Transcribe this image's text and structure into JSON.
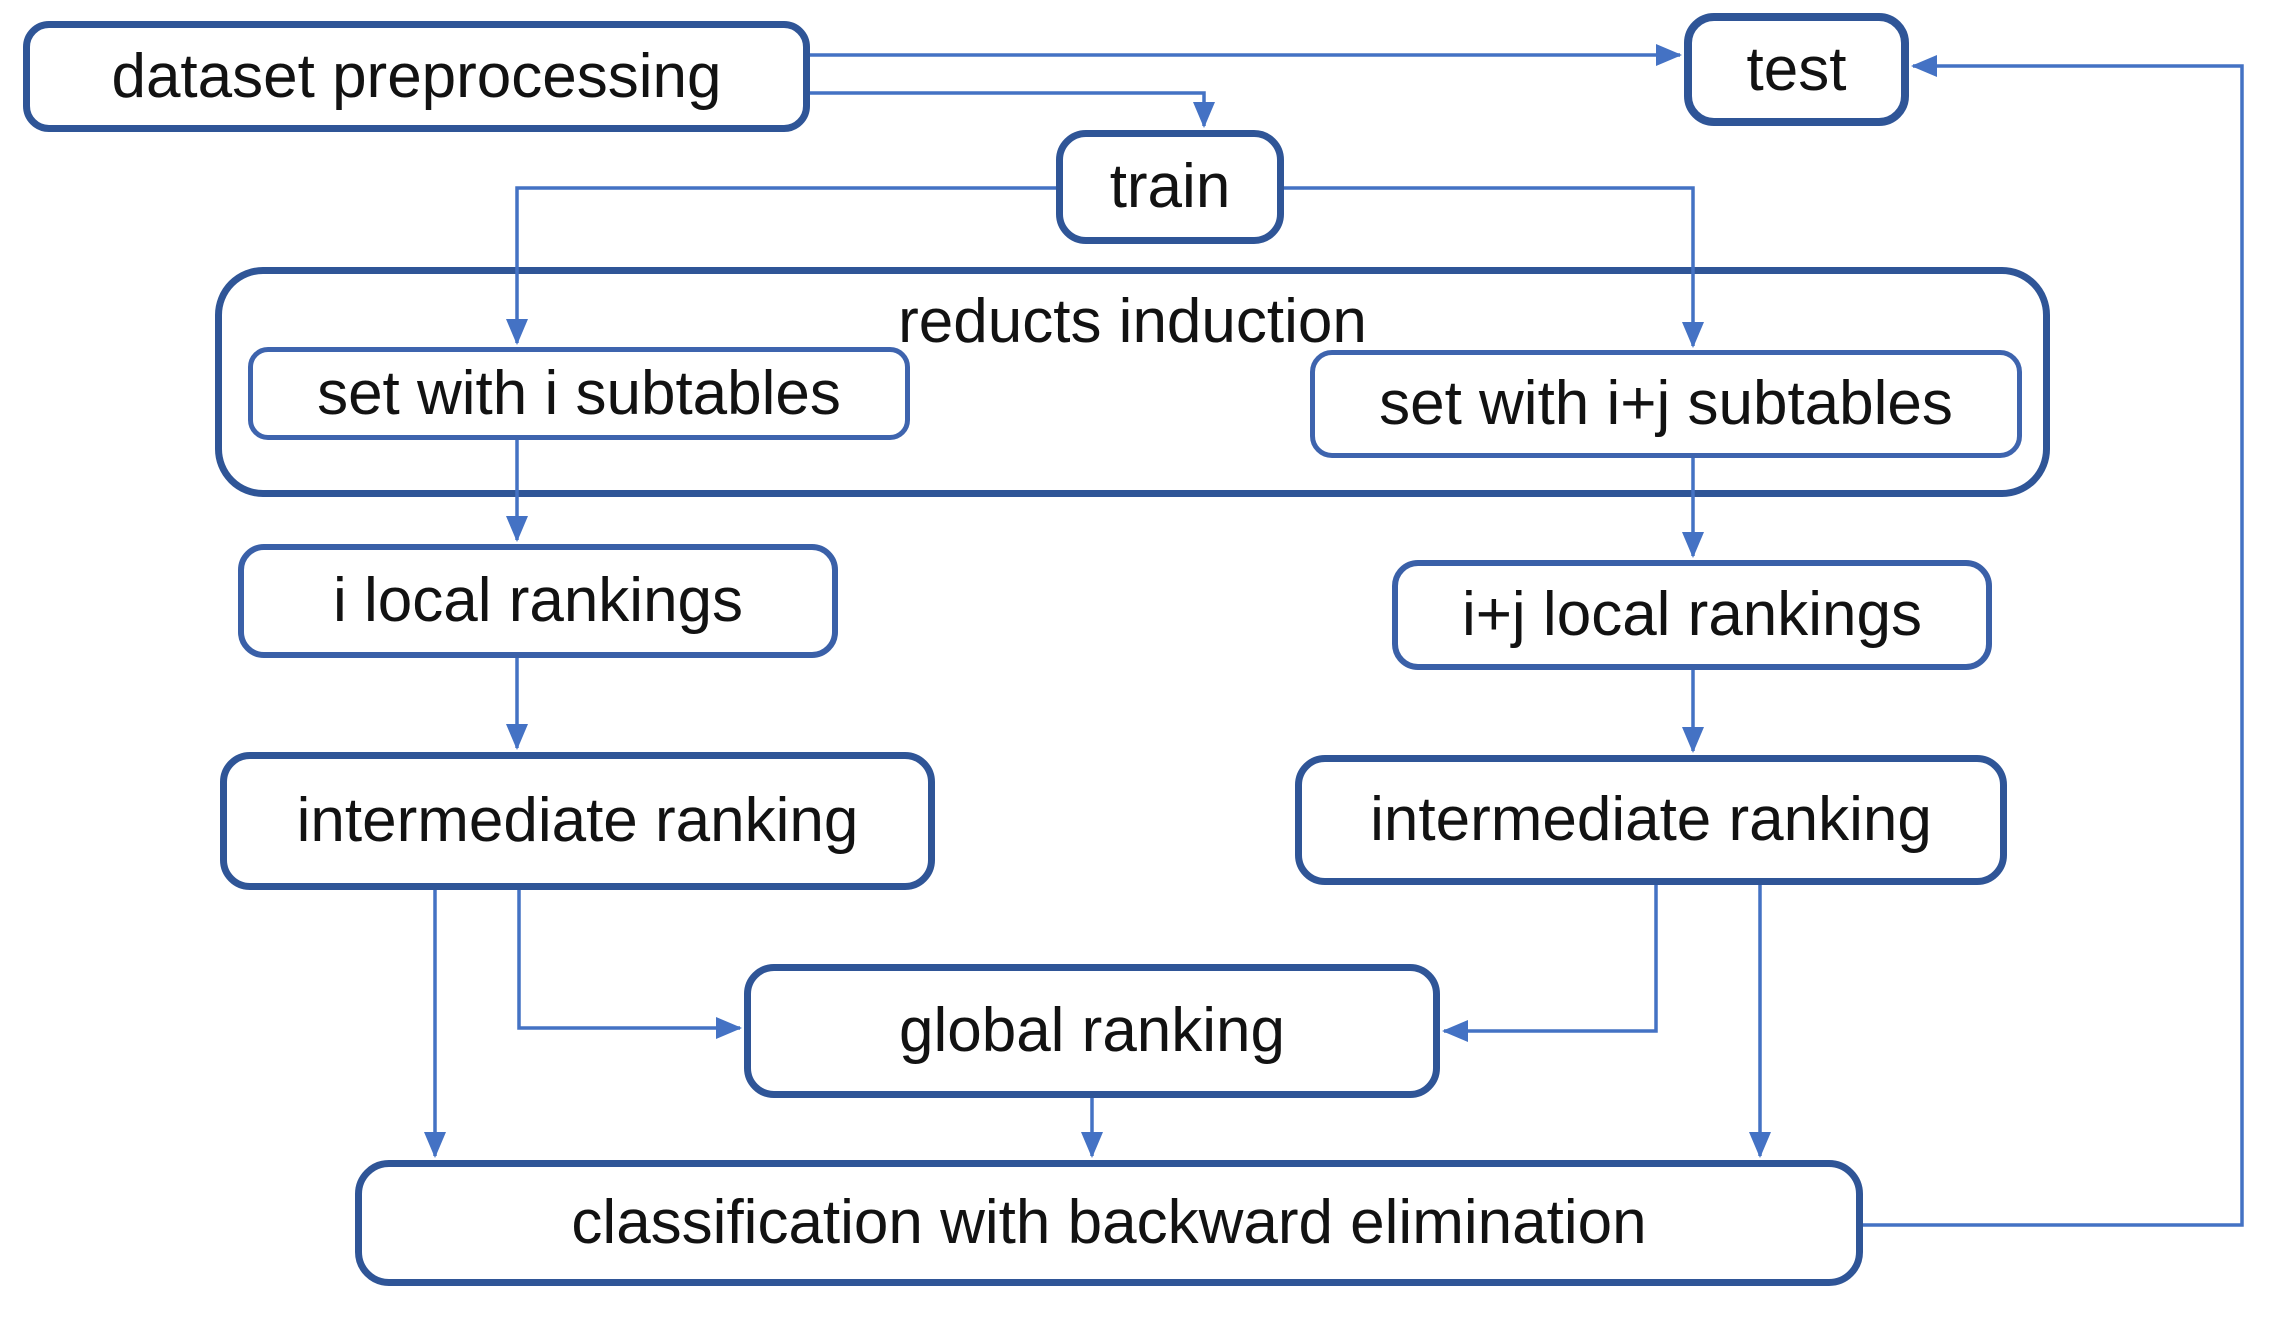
{
  "diagram": {
    "type": "flowchart",
    "background": "#ffffff",
    "colors": {
      "box_border_dark": "#2F5597",
      "box_border_medium": "#3E64AE",
      "arrow": "#4472C4",
      "text": "#121212"
    },
    "nodes": {
      "dataset_preprocessing": {
        "label": "dataset preprocessing"
      },
      "test": {
        "label": "test"
      },
      "train": {
        "label": "train"
      },
      "reducts_induction": {
        "label": "reducts induction"
      },
      "set_with_i_subtables": {
        "label": "set with i subtables"
      },
      "set_with_ij_subtables": {
        "label": "set with i+j subtables"
      },
      "i_local_rankings": {
        "label": "i local rankings"
      },
      "ij_local_rankings": {
        "label": "i+j local rankings"
      },
      "intermediate_ranking_left": {
        "label": "intermediate ranking"
      },
      "intermediate_ranking_right": {
        "label": "intermediate ranking"
      },
      "global_ranking": {
        "label": "global ranking"
      },
      "classification": {
        "label": "classification with backward elimination"
      }
    },
    "edges": [
      {
        "from": "dataset preprocessing",
        "to": "test"
      },
      {
        "from": "dataset preprocessing",
        "to": "train"
      },
      {
        "from": "train",
        "to": "set with i subtables"
      },
      {
        "from": "train",
        "to": "set with i+j subtables"
      },
      {
        "from": "set with i subtables",
        "to": "i local rankings"
      },
      {
        "from": "set with i+j subtables",
        "to": "i+j local rankings"
      },
      {
        "from": "i local rankings",
        "to": "intermediate ranking (left)"
      },
      {
        "from": "i+j local rankings",
        "to": "intermediate ranking (right)"
      },
      {
        "from": "intermediate ranking (left)",
        "to": "global ranking"
      },
      {
        "from": "intermediate ranking (left)",
        "to": "classification with backward elimination"
      },
      {
        "from": "intermediate ranking (right)",
        "to": "global ranking"
      },
      {
        "from": "intermediate ranking (right)",
        "to": "classification with backward elimination"
      },
      {
        "from": "global ranking",
        "to": "classification with backward elimination"
      },
      {
        "from": "classification with backward elimination",
        "to": "test"
      }
    ]
  }
}
